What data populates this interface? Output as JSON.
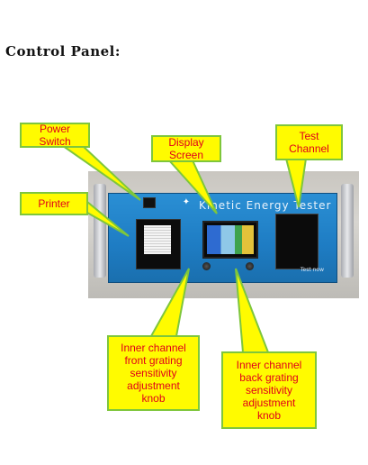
{
  "heading": "Control Panel:",
  "device": {
    "title": "Kinetic Energy Tester",
    "footer_text": "Test now",
    "logo_icon": "emblem-icon",
    "colors": {
      "panel": "#1e7cc3"
    }
  },
  "callouts": {
    "power_switch": "Power\nSwitch",
    "display_screen": "Display\nScreen",
    "test_channel": "Test\nChannel",
    "printer": "Printer",
    "front_knob": "Inner channel\nfront grating\nsensitivity\nadjustment\nknob",
    "back_knob": "Inner channel\nback grating\nsensitivity\nadjustment\nknob"
  },
  "colors": {
    "callout_fill": "#fffb00",
    "callout_border": "#7ec63c",
    "callout_text": "#e0001a"
  }
}
